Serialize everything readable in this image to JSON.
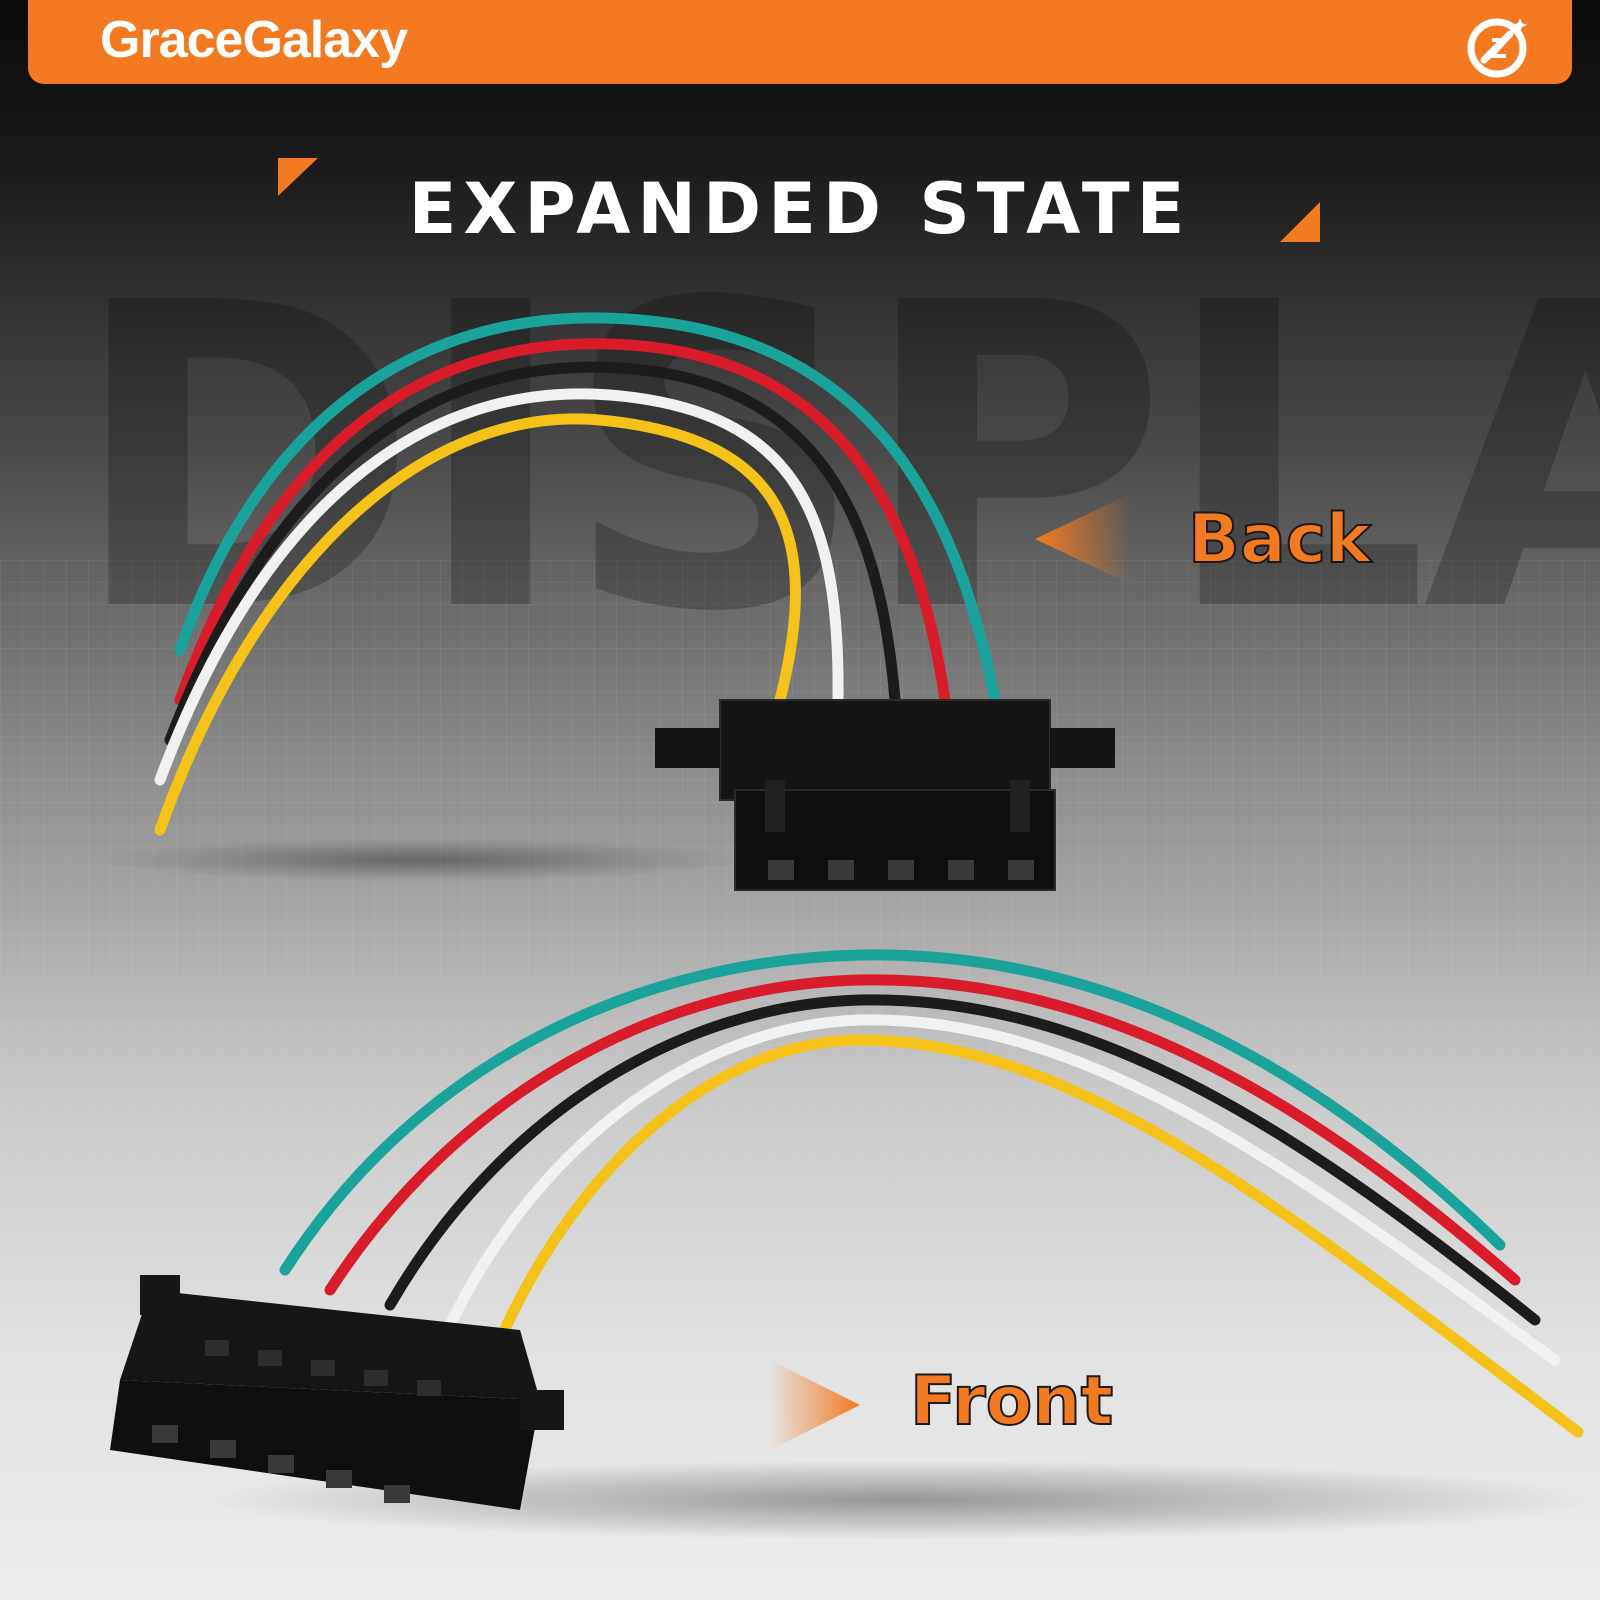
{
  "header": {
    "brand_name": "GraceGalaxy",
    "logo_icon": "brand-logo-icon",
    "accent_color": "#f47a21"
  },
  "main": {
    "title": "EXPANDED STATE",
    "watermark_text": "DISPLAY",
    "labels": {
      "back": "Back",
      "front": "Front"
    }
  },
  "product": {
    "wire_colors": [
      "#1aa39a",
      "#d91c2a",
      "#1c1c1c",
      "#f1f1f1",
      "#f5c21a"
    ]
  }
}
